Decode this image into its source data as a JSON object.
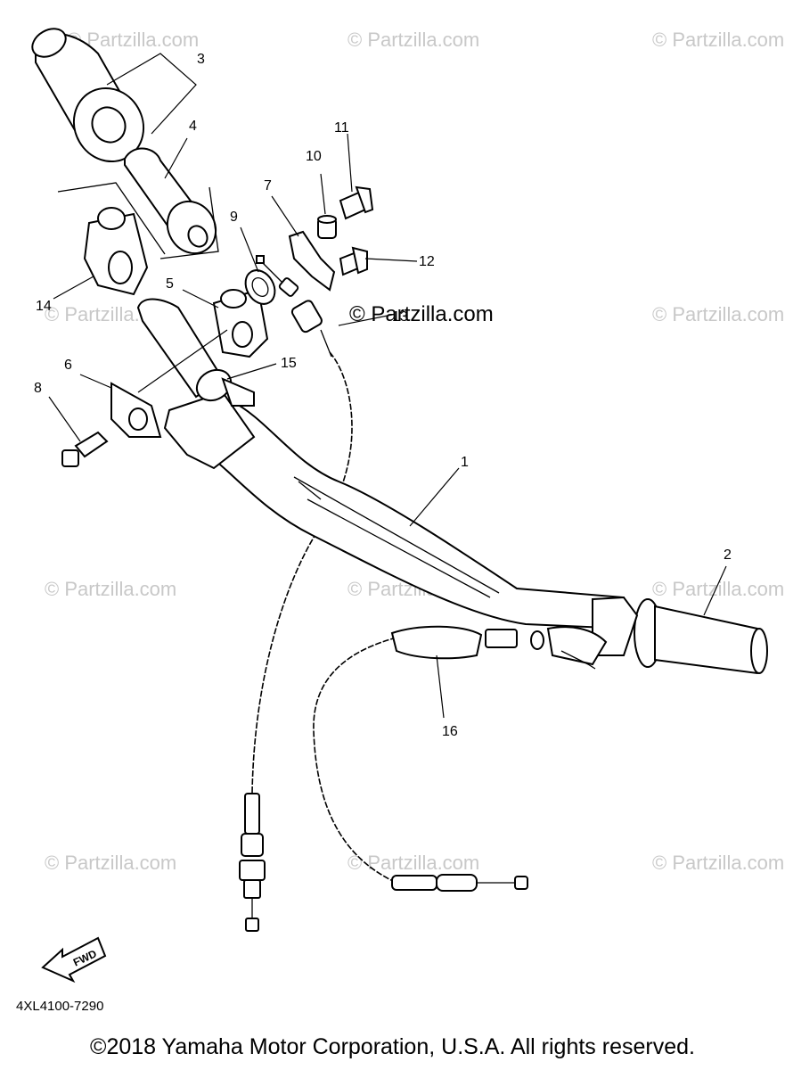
{
  "watermark": "© Partzilla.com",
  "callouts": [
    "1",
    "2",
    "3",
    "4",
    "5",
    "6",
    "7",
    "8",
    "9",
    "10",
    "11",
    "12",
    "14",
    "15",
    "16",
    "13"
  ],
  "diagram_code": "4XL4100-7290",
  "fwd_label": "FWD",
  "copyright": "©2018 Yamaha Motor Corporation, U.S.A. All rights reserved."
}
